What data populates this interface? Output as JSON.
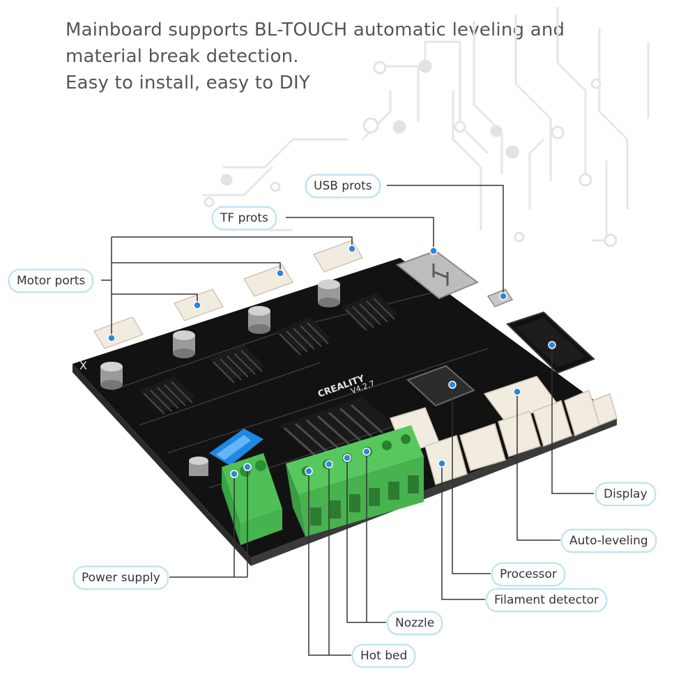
{
  "heading": {
    "line1": "Mainboard supports BL-TOUCH automatic leveling and",
    "line2": "material break detection.",
    "line3": "Easy to install, easy to DIY"
  },
  "board": {
    "brand": "CREALITY",
    "version": "V4.2.7",
    "axis_marker": "X"
  },
  "callouts": {
    "usb": "USB prots",
    "tf": "TF prots",
    "motor": "Motor ports",
    "display": "Display",
    "autolevel": "Auto-leveling",
    "processor": "Processor",
    "filament": "Filament detector",
    "power": "Power supply",
    "nozzle": "Nozzle",
    "hotbed": "Hot bed"
  },
  "colors": {
    "leader_line": "#3a3a3a",
    "marker_dot": "#2f86d8",
    "callout_border": "#bfe3ef",
    "pcb": "#161616",
    "terminal_green": "#55c25a",
    "fuse_blue": "#1e88e5",
    "connector_white": "#f1ebe0",
    "background_traces": "#e7e7e7"
  }
}
